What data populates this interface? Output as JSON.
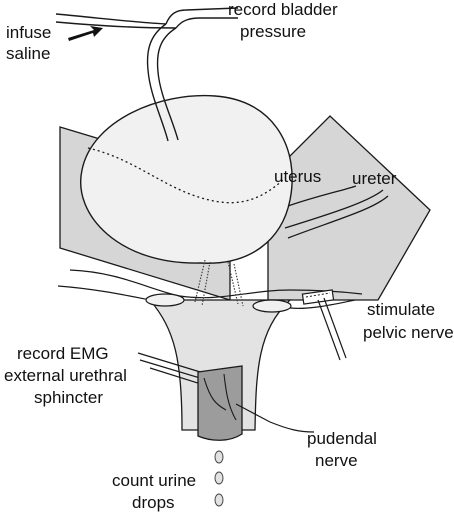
{
  "diagram": {
    "labels": {
      "infuse_1": "infuse",
      "infuse_2": "saline",
      "record_1": "record bladder",
      "record_2": "pressure",
      "uterus": "uterus",
      "ureter": "ureter",
      "stimulate_1": "stimulate",
      "stimulate_2": "pelvic nerve",
      "emg_1": "record EMG",
      "emg_2": "external urethral",
      "emg_3": "sphincter",
      "pudendal_1": "pudendal",
      "pudendal_2": "nerve",
      "count_1": "count urine",
      "count_2": "drops"
    },
    "colors": {
      "outline": "#1a1a1a",
      "bladder": "#f1f1f1",
      "tissue": "#d6d6d6",
      "urethra": "#e3e3e3",
      "sphincter": "#9c9c9c",
      "drops": "#e2e2e2",
      "background": "#ffffff"
    }
  }
}
